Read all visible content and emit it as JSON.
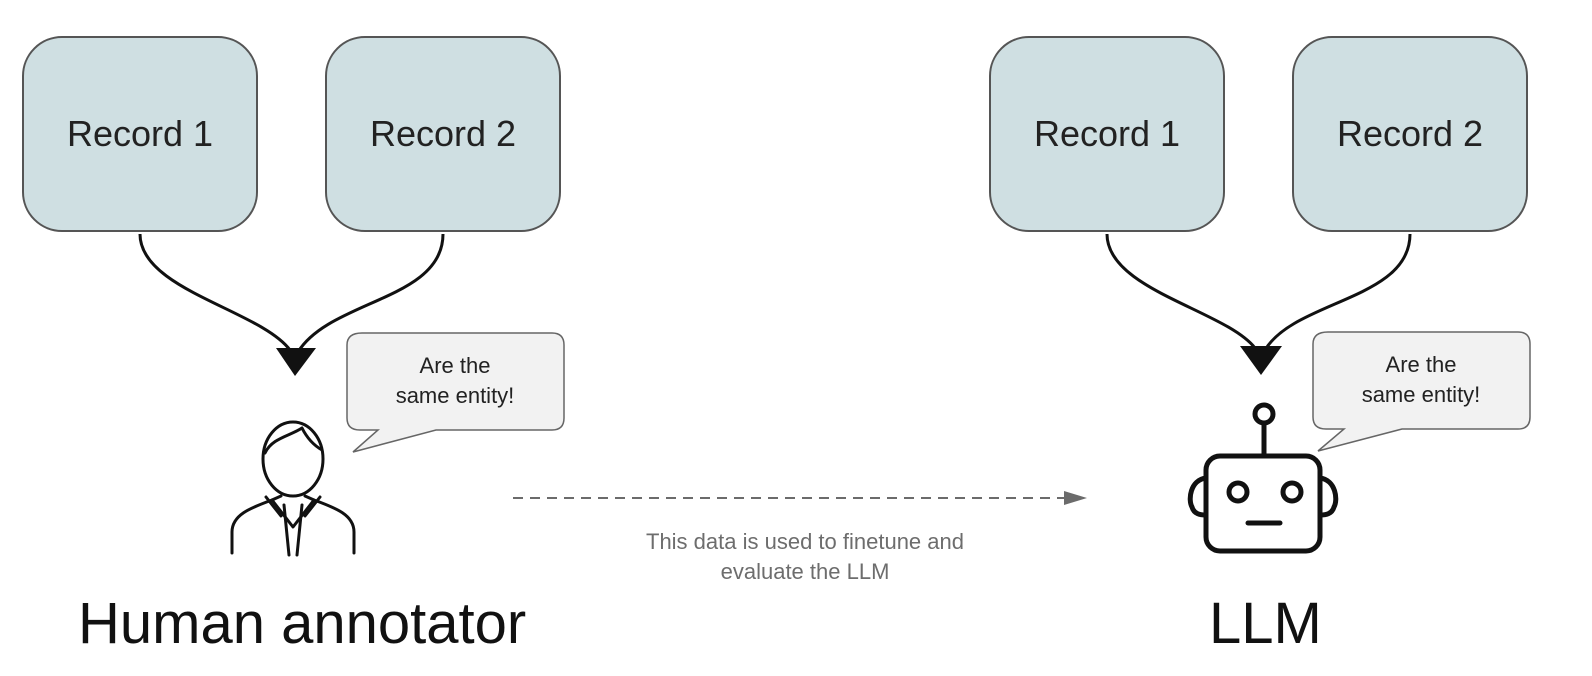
{
  "left_panel": {
    "record_1": "Record 1",
    "record_2": "Record 2",
    "speech": "Are the\nsame entity!",
    "actor_label": "Human annotator",
    "actor_icon": "person-icon"
  },
  "right_panel": {
    "record_1": "Record 1",
    "record_2": "Record 2",
    "speech": "Are the\nsame entity!",
    "actor_label": "LLM",
    "actor_icon": "robot-icon"
  },
  "flow": {
    "caption": "This data is used to finetune and\nevaluate the LLM"
  },
  "colors": {
    "record_fill": "#cfdfe2",
    "bubble_fill": "#f2f2f2",
    "caption_text": "#6d6d6d",
    "arrow": "#6b6b6b"
  }
}
